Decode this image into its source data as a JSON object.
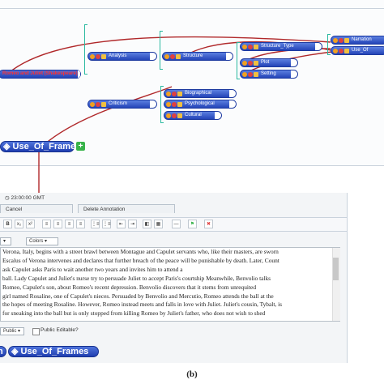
{
  "mindmap": {
    "root_label": "Romeo and Juliet (Shakespeare)",
    "nodes": {
      "analysis": "Analysis",
      "structure": "Structure",
      "structure_type": "Structure_Type",
      "narration": "Narration",
      "use_of": "Use_Of",
      "plot": "Plot",
      "setting": "Setting",
      "criticism": "Criticism",
      "biographical": "Biographical",
      "psychological": "Psychological",
      "cultural": "Cultural"
    },
    "frames_node": "Use_Of_Frames",
    "plus_symbol": "+"
  },
  "editor": {
    "timestamp": "23:00:00 GMT",
    "tabs": [
      "Cancel",
      "Delete Annotation"
    ],
    "toolbar": [
      "B",
      "x₂",
      "x²",
      "≡",
      "≡",
      "≡",
      "≡",
      "⋮≡",
      "⋮≡",
      "⇤",
      "⇥",
      "◧",
      "▦",
      "—",
      "⚑",
      "✖"
    ],
    "format_select": "▾",
    "colors_select": "Colors",
    "text_lines": [
      "Verona, Italy, begins with a street brawl between Montague and Capulet servants who, like their masters, are sworn",
      "Escalus of Verona intervenes and declares that further breach of the peace will be punishable by death. Later, Count",
      "ask Capulet asks Paris to wait another two years and invites him to attend a",
      "ball. Lady Capulet and Juliet's nurse try to persuade Juliet to accept Paris's courtship Meanwhile, Benvolio talks",
      "Romeo, Capulet's son, about Romeo's recent depression. Benvolio discovers that it stems from unrequited",
      "girl named Rosaline, one of Capulet's nieces. Persuaded by Benvolio and Mercutio, Romeo attends the ball at the",
      "the hopes of meeting Rosaline. However, Romeo instead meets and falls in love with Juliet. Juliet's cousin, Tybalt, is",
      "for sneaking into the ball but is only stopped from killing Romeo by Juliet's father, who does not wish to shed"
    ],
    "public_select": "Public",
    "editable_label": "Public Editable?",
    "bottom_tag_left": "n",
    "bottom_tag": "Use_Of_Frames"
  },
  "caption": "(b)",
  "colors": {
    "node_blue": "#2444b8",
    "link_red": "#b0282a",
    "bracket_teal": "#2bb9a0",
    "root_text": "#ff3030"
  }
}
